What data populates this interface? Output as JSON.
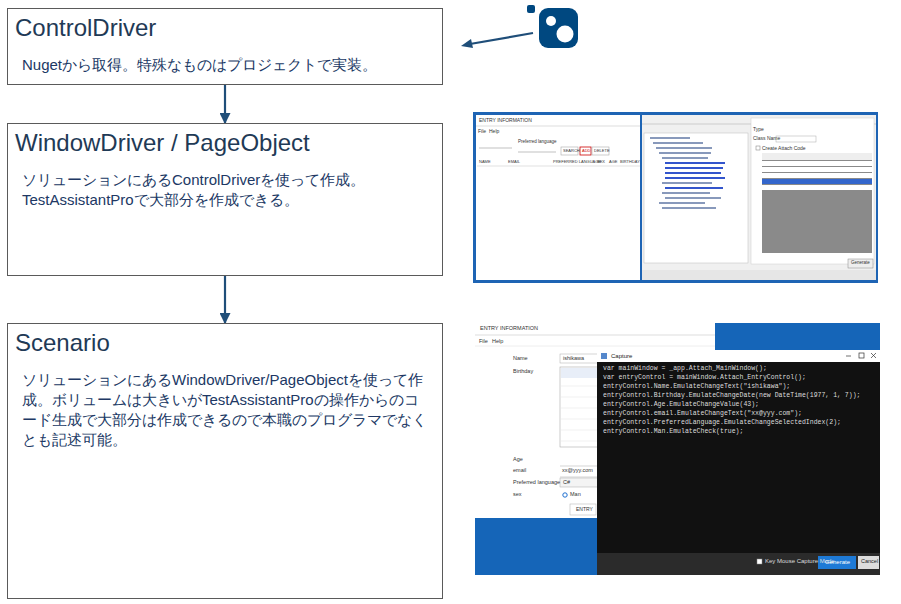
{
  "diagram": {
    "nodes": [
      {
        "text": [
          "ControlDriver",
          "Nugetから取得。特殊なものはプロジェクトで実装。"
        ]
      },
      {
        "text": [
          "WindowDriver / PageObject",
          "ソリューションにあるControlDriverを使って作成。 TestAssistantProで大部分を作成できる。"
        ]
      },
      {
        "text": [
          "Scenario",
          "ソリューションにあるWindowDriver/PageObjectを使って作成。ボリュームは大きいがTestAssistantProの操作からのコード生成で大部分は作成できるので本職のプログラマでなくとも記述可能。"
        ]
      }
    ],
    "edges": [
      {
        "from": 0,
        "to": 1,
        "arrow": "to"
      },
      {
        "from": 1,
        "to": 2,
        "arrow": "to"
      }
    ],
    "labels": [
      "ENTRY INFORMATION",
      "File",
      "Help",
      "Preferred language",
      "SEARCH",
      "ADD",
      "DELETE",
      "NAME",
      "EMAIL",
      "PREFERRED LANGUAGE",
      "SEX",
      "AGE",
      "BIRTHDAY",
      "Type",
      "Class Name",
      "Create Attach Code",
      "Generate",
      "ENTRY INFORMATION",
      "File",
      "Help",
      "Name",
      "ishikawa",
      "Birthday",
      "Age",
      "email",
      "xx@yyy.com",
      "Preferred language",
      "C#",
      "sex",
      "Man",
      "ENTRY",
      "Capture",
      "var mainWindow = _app.Attach_MainWindow();",
      "var entryControl = mainWindow.Attach_EntryControl();",
      "entryControl.Name.EmulateChangeText(\"ishikawa\");",
      "entryControl.Birthday.EmulateChangeDate(new DateTime(1977, 1, 7));",
      "entryControl.Age.EmulateChangeValue(43);",
      "entryControl.email.EmulateChangeText(\"xx@yyy.com\");",
      "entryControl.PreferredLanguage.EmulateChangeSelectedIndex(2);",
      "entryControl.Man.EmulateCheck(true);",
      "Key Mouse Capture Mode",
      "Generate",
      "Cancel"
    ]
  }
}
